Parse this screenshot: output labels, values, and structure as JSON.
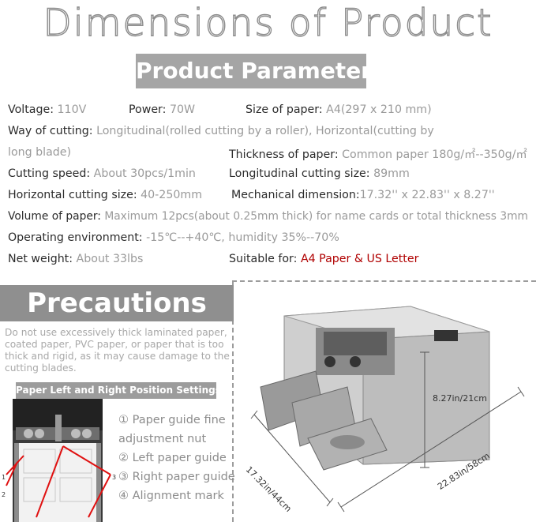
{
  "title": "Dimensions of Product",
  "params_banner": "Product Parameters",
  "params": {
    "voltage": {
      "label": "Voltage: ",
      "value": "110V"
    },
    "power": {
      "label": "Power: ",
      "value": "70W"
    },
    "paper_size": {
      "label": "Size of paper: ",
      "value": "A4(297 x 210 mm)"
    },
    "cutting_way": {
      "label": "Way of cutting: ",
      "value": "Longitudinal(rolled cutting by a roller), Horizontal(cutting by",
      "value2": "long blade)"
    },
    "thickness": {
      "label": "Thickness of paper: ",
      "value": "Common paper 180g/㎡--350g/㎡"
    },
    "speed": {
      "label": "Cutting speed: ",
      "value": "About 30pcs/1min"
    },
    "long_size": {
      "label": "Longitudinal cutting size: ",
      "value": "89mm"
    },
    "horiz_size": {
      "label": "Horizontal cutting size: ",
      "value": "40-250mm"
    },
    "mech_dim": {
      "label": "Mechanical dimension:",
      "value": "17.32'' x 22.83'' x 8.27''"
    },
    "volume": {
      "label": "Volume of paper: ",
      "value": "Maximum 12pcs(about 0.25mm thick) for name cards or total thickness 3mm"
    },
    "environment": {
      "label": "Operating environment: ",
      "value": "-15℃--+40℃,  humidity 35%--70%"
    },
    "weight": {
      "label": "Net weight: ",
      "value": "About 33lbs"
    },
    "suitable": {
      "label": "Suitable for: ",
      "value": "A4 Paper & US Letter"
    }
  },
  "precautions": {
    "title": "Precautions",
    "text": "Do not use excessively thick laminated paper, coated paper, PVC paper, or paper that is too thick and rigid, as it may cause damage to the cutting blades."
  },
  "position_settings": {
    "title": "Paper Left and Right Position Settings",
    "legend": [
      "① Paper guide fine",
      "adjustment nut",
      "② Left paper guide",
      "③ Right paper guide",
      "④ Alignment mark"
    ],
    "markers": [
      "1",
      "2",
      "3"
    ]
  },
  "dimensions": {
    "height": "8.27in/21cm",
    "depth": "17.32in/44cm",
    "width": "22.83in/58cm"
  }
}
